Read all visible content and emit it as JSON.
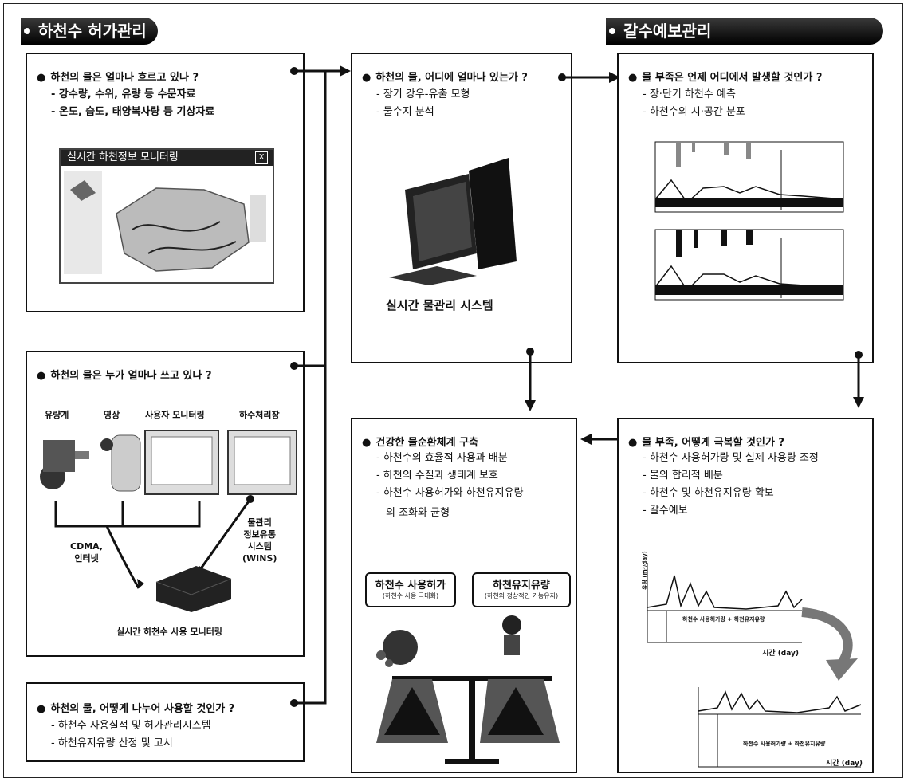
{
  "banners": {
    "left": "하천수 허가관리",
    "right": "갈수예보관리"
  },
  "box1": {
    "question": "하천의 물은 얼마나 흐르고 있나 ?",
    "items": [
      "강수량, 수위, 유량 등 수문자료",
      "온도, 습도, 태양복사량 등 기상자료"
    ],
    "screen_title": "실시간 하천정보 모니터링",
    "screen_close": "X"
  },
  "box2": {
    "question": "하천의 물은 누가 얼마나 쓰고 있나 ?",
    "labels": [
      "유량계",
      "영상",
      "사용자 모니터링",
      "하수처리장"
    ],
    "cdma": "CDMA,",
    "internet": "인터넷",
    "wins": [
      "물관리",
      "정보유통",
      "시스템",
      "(WINS)"
    ],
    "device_caption": "실시간 하천수 사용 모니터링"
  },
  "box3": {
    "question": "하천의 물, 어떻게 나누어 사용할 것인가 ?",
    "items": [
      "하천수 사용실적 및 허가관리시스템",
      "하천유지유량 산정 및 고시"
    ]
  },
  "box4": {
    "question": "하천의 물, 어디에 얼마나 있는가 ?",
    "items": [
      "장기 강우-유출 모형",
      "물수지 분석"
    ],
    "caption": "실시간 물관리 시스템"
  },
  "box5": {
    "question": "물 부족은 언제 어디에서 발생할 것인가 ?",
    "items": [
      "장·단기 하천수 예측",
      "하천수의 시·공간 분포"
    ]
  },
  "box6": {
    "question": "건강한 물순환체계 구축",
    "items": [
      "하천수의 효율적 사용과 배분",
      "하천의 수질과 생태계 보호",
      "하천수 사용허가와 하천유지유량"
    ],
    "items_cont": "의 조화와 균형",
    "bubble_left_title": "하천수 사용허가",
    "bubble_left_sub": "(하천수 사용 극대화)",
    "bubble_right_title": "하천유지유량",
    "bubble_right_sub": "(하천의 정상적인 기능유지)"
  },
  "box7": {
    "question": "물 부족, 어떻게 극복할 것인가 ?",
    "items": [
      "하천수 사용허가량 및 실제 사용량 조정",
      "물의 합리적 배분",
      "하천수 및 하천유지유량 확보",
      "갈수예보"
    ],
    "chart_label": "하천수 사용허가량 + 하천유지유량",
    "x_label": "시간 (day)",
    "y_label": "유량 (m³/day)"
  },
  "colors": {
    "ink": "#111111",
    "banner": "#000000"
  }
}
